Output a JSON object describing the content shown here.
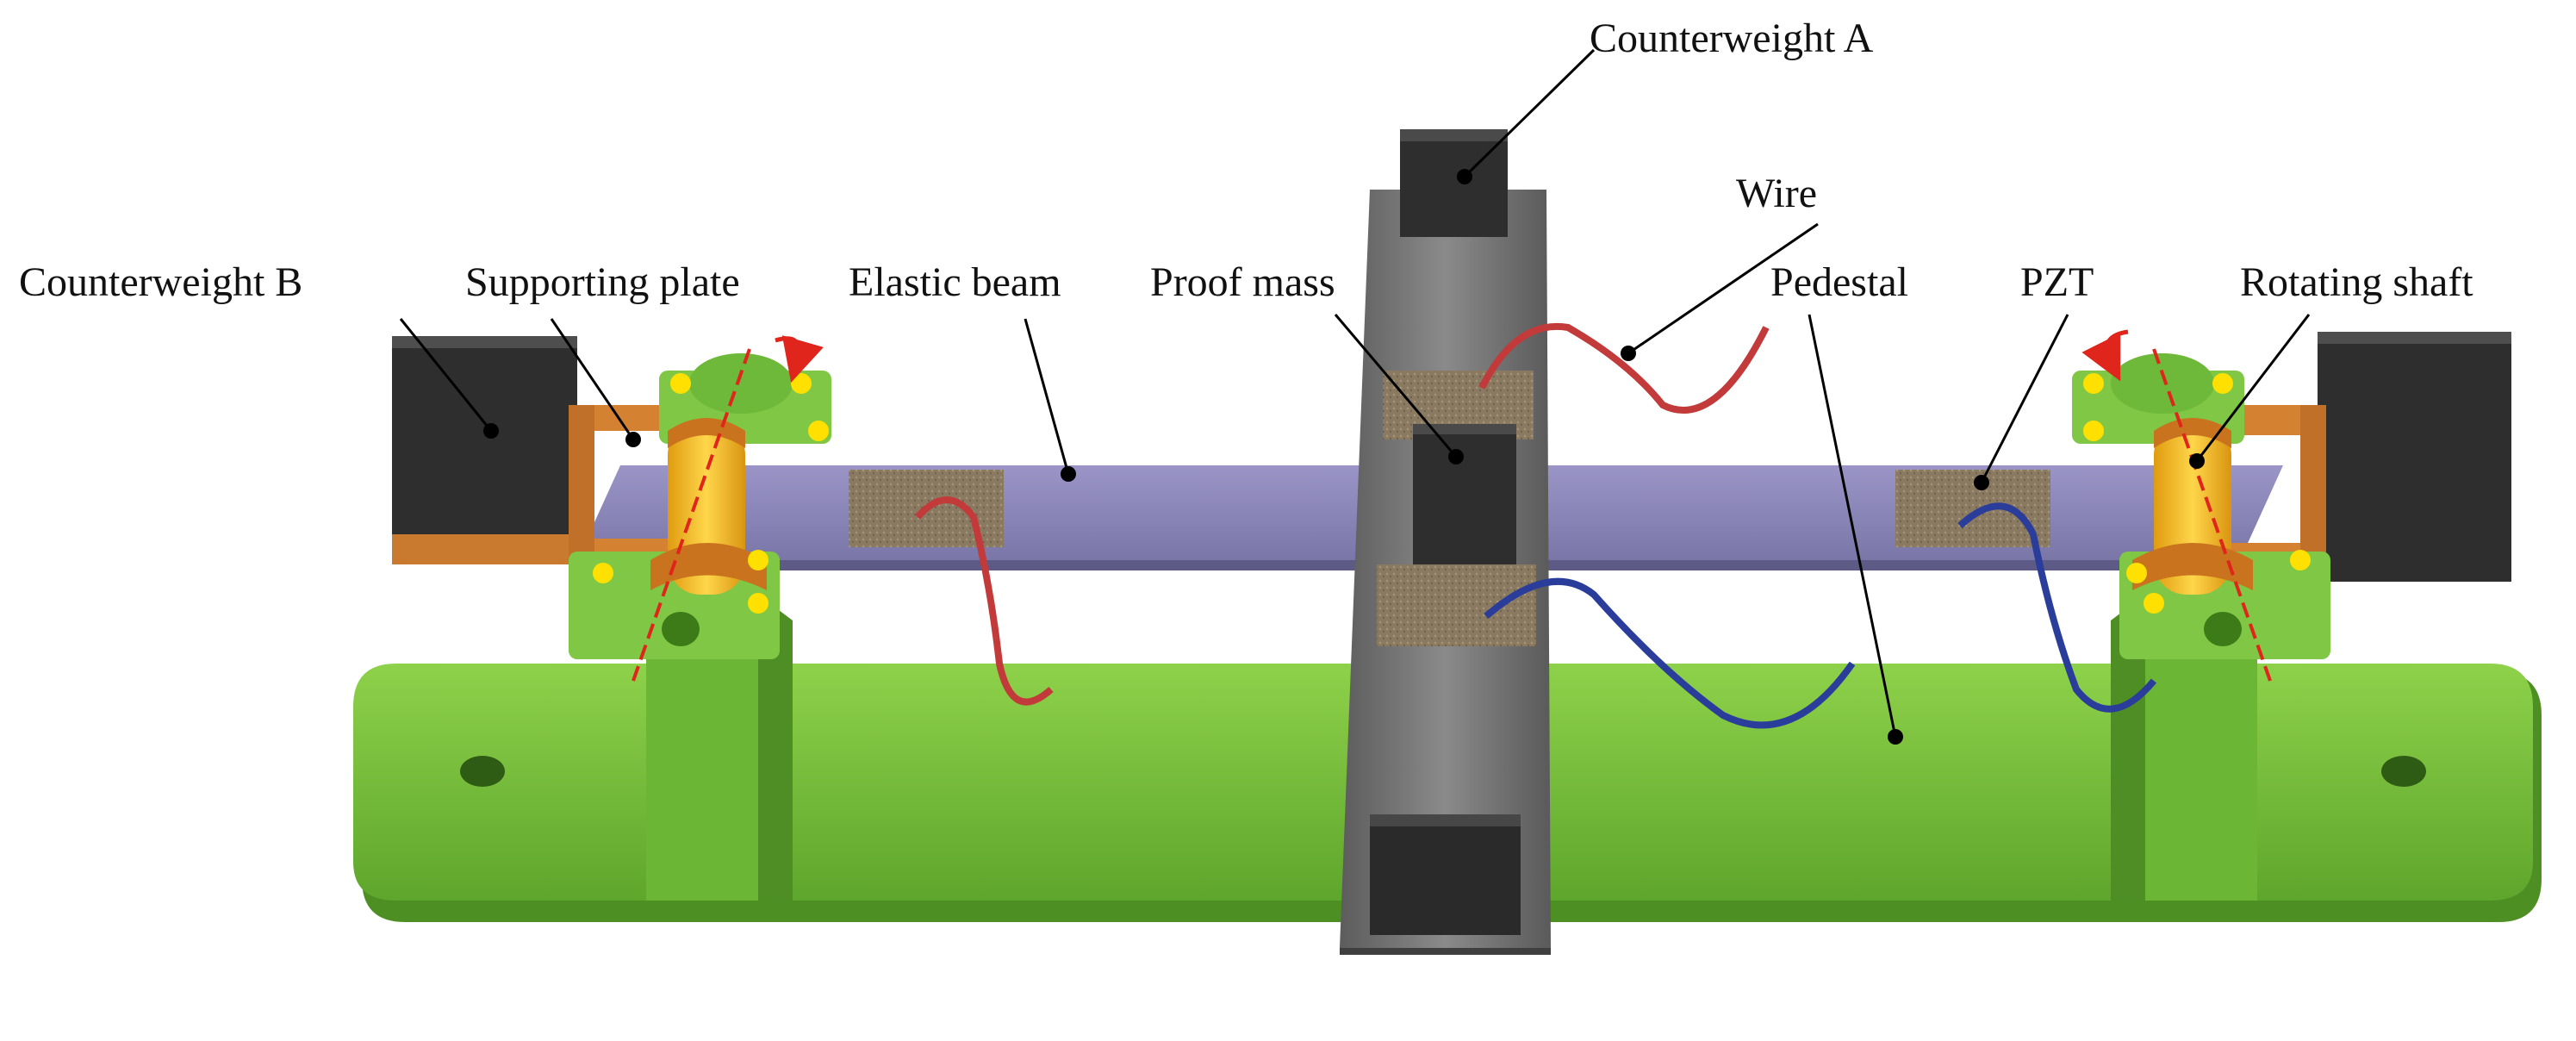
{
  "labels": {
    "counterweight_a": "Counterweight A",
    "wire": "Wire",
    "counterweight_b": "Counterweight B",
    "supporting_plate": "Supporting plate",
    "elastic_beam": "Elastic beam",
    "proof_mass": "Proof mass",
    "pedestal": "Pedestal",
    "pzt": "PZT",
    "rotating_shaft": "Rotating shaft"
  },
  "colors": {
    "pedestal": "#7ac23f",
    "pedestal_dark": "#4e8f24",
    "beam": "#8c87b8",
    "column": "#6f6f6f",
    "counterweight": "#2e2e2e",
    "pzt_patch": "#8a7860",
    "shaft": "#f3b81c",
    "support_plate": "#d48232",
    "clamp": "#7fc744",
    "bolt": "#ffe000",
    "wire_red": "#c23a3a",
    "wire_blue": "#2a3d9b",
    "rotation_arrow": "#e0261c"
  }
}
